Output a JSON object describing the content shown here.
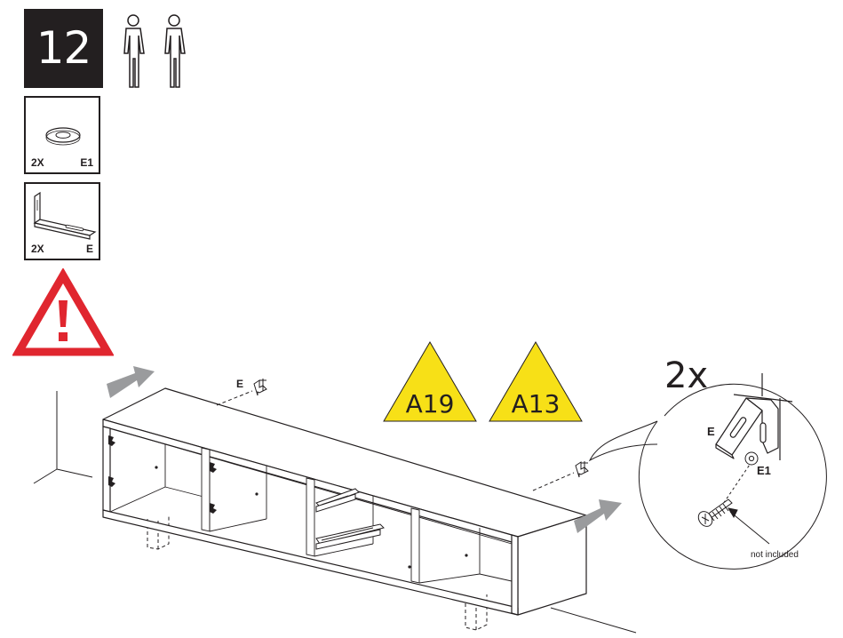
{
  "step": {
    "number": "12",
    "persons": 2
  },
  "parts": [
    {
      "qty": "2X",
      "code": "E1",
      "icon": "washer-icon"
    },
    {
      "qty": "2X",
      "code": "E",
      "icon": "l-bracket-icon"
    }
  ],
  "warning": {
    "icon": "warning-triangle-icon",
    "color": "#e0262f"
  },
  "references": [
    {
      "label": "A19",
      "color": "#f7e017"
    },
    {
      "label": "A13",
      "color": "#f7e017"
    }
  ],
  "main_labels": {
    "left_bracket": "E"
  },
  "detail": {
    "multiplier": "2x",
    "bracket_label": "E",
    "washer_label": "E1",
    "note": "not included"
  },
  "colors": {
    "ink": "#231f20",
    "arrow": "#9a9b9d"
  }
}
